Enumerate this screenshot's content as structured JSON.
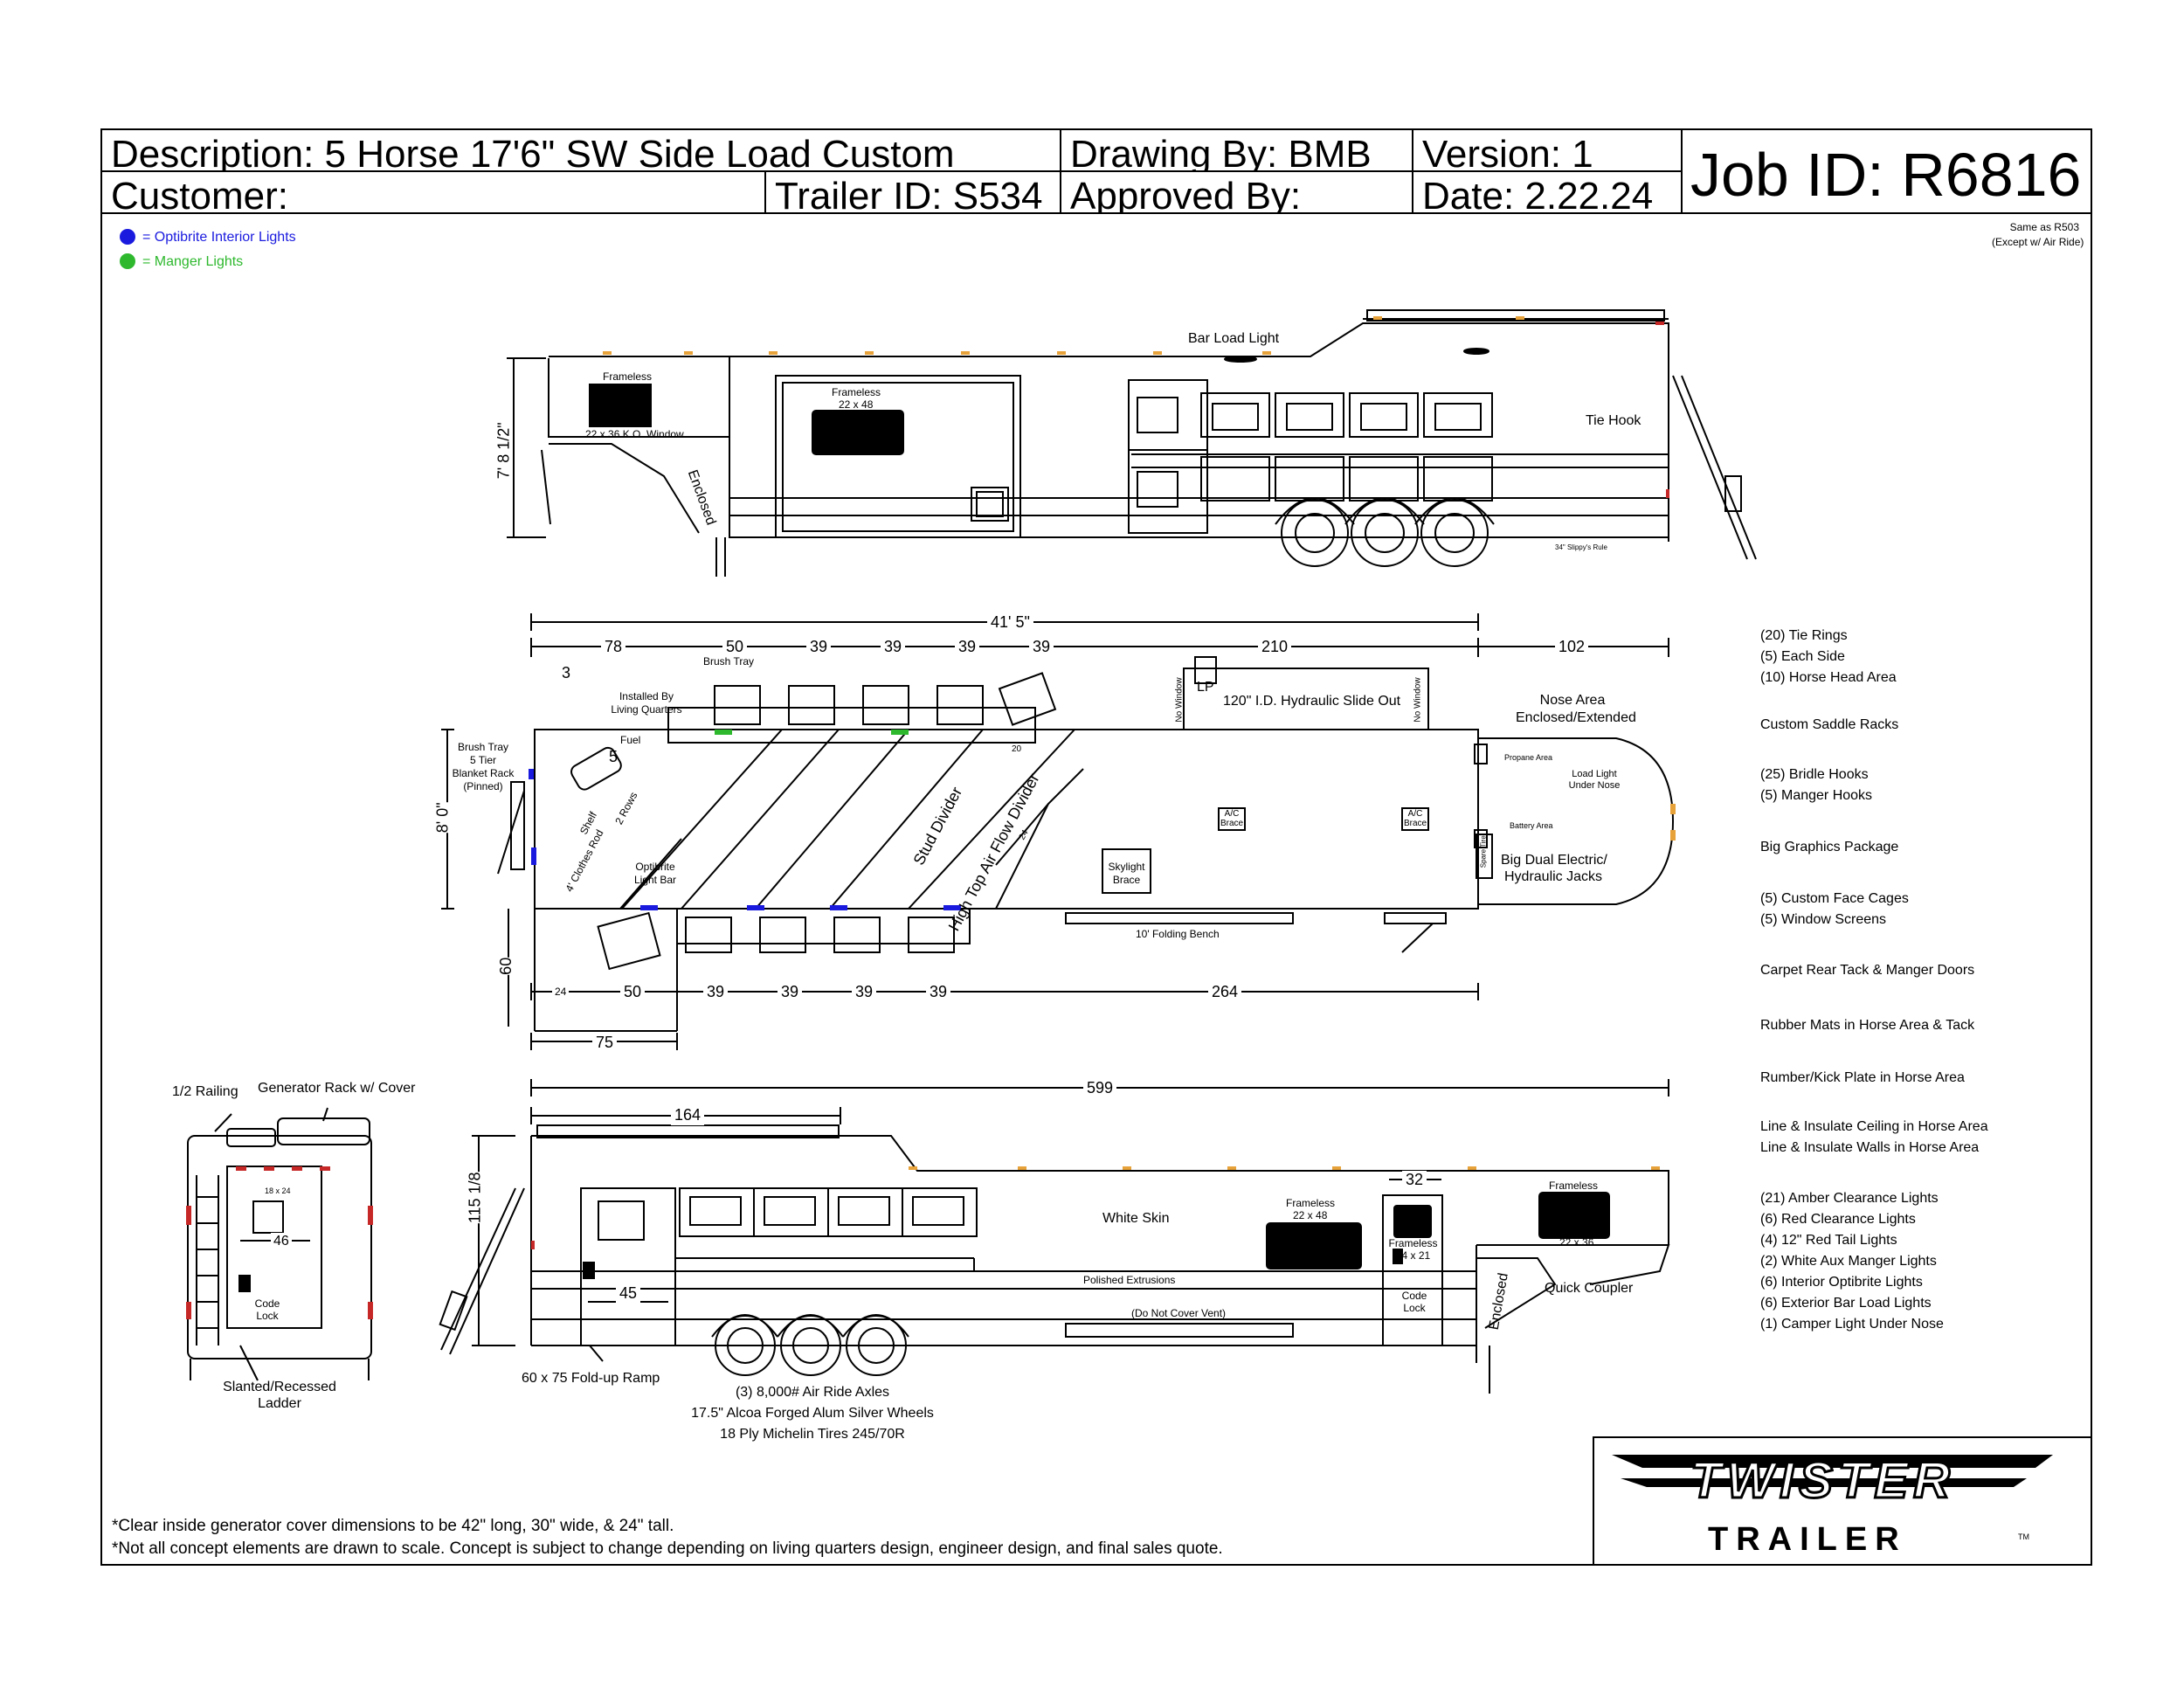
{
  "title_block": {
    "description": "Description: 5 Horse 17'6\" SW Side Load Custom",
    "drawing_by": "Drawing By: BMB",
    "version": "Version: 1",
    "customer": "Customer:",
    "trailer_id": "Trailer ID: S534",
    "approved_by": "Approved By:",
    "date": "Date: 2.22.24",
    "job_id": "Job ID: R6816"
  },
  "legend": {
    "optibrite": "= Optibrite Interior Lights",
    "manger": "= Manger Lights",
    "optibrite_color": "#1a1adf",
    "manger_color": "#2eb82e"
  },
  "note_same_as": [
    "Same as R503",
    "(Except w/ Air Ride)"
  ],
  "side_view": {
    "frameless_small": "Frameless",
    "window_ko": "22 x 36 K.O. Window",
    "frameless_large": "Frameless",
    "size_22x48": "22 x 48",
    "enclosed": "Enclosed",
    "bar_load_light": "Bar Load Light",
    "tie_hook": "Tie Hook",
    "height": "7' 8 1/2\"",
    "slippys_rule": "34\" Slippy's Rule"
  },
  "floor_plan": {
    "overall": "41' 5\"",
    "top_dims": [
      "78",
      "50",
      "39",
      "39",
      "39",
      "39",
      "210",
      "102"
    ],
    "dim_3": "3",
    "brush_tray": "Brush Tray",
    "installed_by": "Installed By",
    "living_quarters": "Living Quarters",
    "lp": "LP",
    "no_window": "No Window",
    "slide_out": "120\" I.D. Hydraulic Slide Out",
    "nose_area": "Nose Area",
    "enclosed_extended": "Enclosed/Extended",
    "brush_tray_rack": [
      "Brush Tray",
      "5 Tier",
      "Blanket Rack",
      "(Pinned)"
    ],
    "fuel": "Fuel",
    "shelf": "Shelf",
    "rows": "2 Rows",
    "clothes_rod": "4' Clothes Rod",
    "num_5": "5",
    "num_20": "20",
    "num_24": "24",
    "optibrite_light_bar": [
      "Optibrite",
      "Light Bar"
    ],
    "stud_divider": "Stud Divider",
    "air_flow_divider": "High Top Air Flow Divider",
    "skylight": [
      "Skylight",
      "Brace"
    ],
    "ac": [
      "A/C",
      "Brace"
    ],
    "propane_area": "Propane Area",
    "load_light": [
      "Load Light",
      "Under Nose"
    ],
    "battery_area": "Battery Area",
    "spare_tire": "Spare Tire",
    "jacks": [
      "Big Dual Electric/",
      "Hydraulic Jacks"
    ],
    "width": "8' 0\"",
    "dim_60": "60",
    "bench": "10' Folding Bench",
    "bottom_dims": [
      "24",
      "50",
      "39",
      "39",
      "39",
      "39",
      "264"
    ],
    "dim_75": "75"
  },
  "rear_view": {
    "railing": "1/2 Railing",
    "generator_rack": "Generator Rack w/ Cover",
    "size_18x24": "18 x 24",
    "dim_46": "46",
    "code_lock": [
      "Code",
      "Lock"
    ],
    "ladder": [
      "Slanted/Recessed",
      "Ladder"
    ]
  },
  "curb_view": {
    "dim_164": "164",
    "dim_599": "599",
    "height": "115 1/8",
    "white_skin": "White Skin",
    "frameless": "Frameless",
    "size_22x48": "22 x 48",
    "dim_32": "32",
    "frameless_door": [
      "Frameless",
      "14 x 21"
    ],
    "code_lock": [
      "Code",
      "Lock"
    ],
    "frameless_nose": "Frameless",
    "size_22x36": "22 x 36",
    "dim_45": "45",
    "polished": "Polished Extrusions",
    "do_not_cover": "(Do Not Cover Vent)",
    "enclosed": "Enclosed",
    "quick_coupler": "Quick Coupler",
    "ramp": "60 x 75 Fold-up Ramp",
    "axles": [
      "(3) 8,000# Air Ride Axles",
      "17.5\" Alcoa Forged Alum Silver Wheels",
      "18 Ply Michelin Tires 245/70R"
    ]
  },
  "specs": [
    [
      "(20) Tie Rings",
      "(5) Each Side",
      "(10) Horse Head Area"
    ],
    [
      "Custom Saddle Racks"
    ],
    [
      "(25) Bridle Hooks",
      "(5) Manger Hooks"
    ],
    [
      "Big Graphics Package"
    ],
    [
      "(5) Custom Face Cages",
      "(5) Window Screens"
    ],
    [
      "Carpet Rear Tack & Manger Doors"
    ],
    [
      "Rubber Mats in Horse Area & Tack"
    ],
    [
      "Rumber/Kick Plate in Horse Area"
    ],
    [
      "Line & Insulate Ceiling in Horse Area",
      "Line & Insulate Walls in Horse Area"
    ],
    [
      "(21) Amber Clearance Lights",
      "(6) Red Clearance Lights",
      "(4) 12\" Red Tail Lights",
      "(2) White Aux Manger Lights",
      "(6) Interior Optibrite Lights",
      "(6) Exterior Bar Load Lights",
      "(1) Camper Light Under Nose"
    ]
  ],
  "footer_notes": [
    "*Clear inside generator cover dimensions to be 42\" long, 30\" wide, & 24\" tall.",
    "*Not all concept elements are drawn to scale.  Concept is subject to change depending on living quarters design, engineer design, and final sales quote."
  ],
  "logo": {
    "brand": "TWISTER",
    "sub": "TRAILER",
    "tm": "TM"
  }
}
